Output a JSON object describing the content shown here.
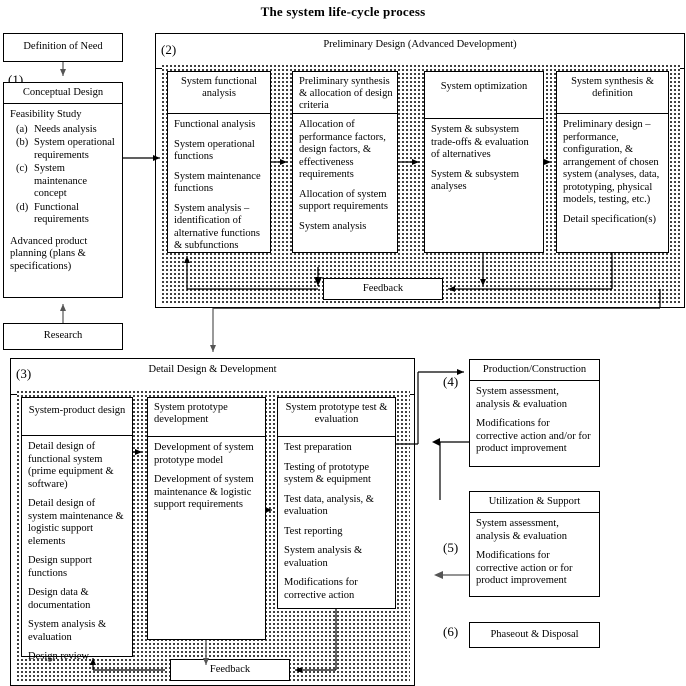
{
  "title": "The system life-cycle process",
  "stage1": {
    "number": "(1)",
    "definition_of_need": "Definition of Need",
    "research": "Research",
    "conceptual_design": {
      "header": "Conceptual Design",
      "feasibility_title": "Feasibility Study",
      "items": [
        {
          "marker": "(a)",
          "text": "Needs analysis"
        },
        {
          "marker": "(b)",
          "text": "System operational requirements"
        },
        {
          "marker": "(c)",
          "text": "System maintenance concept"
        },
        {
          "marker": "(d)",
          "text": "Functional requirements"
        }
      ],
      "closing": "Advanced product planning (plans & specifications)"
    }
  },
  "stage2": {
    "number": "(2)",
    "header": "Preliminary Design (Advanced Development)",
    "feedback": "Feedback",
    "boxes": [
      {
        "header": "System functional analysis",
        "items": [
          "Functional analysis",
          "System operational functions",
          "System maintenance functions",
          "System analysis – identification of alternative functions & subfunctions"
        ]
      },
      {
        "header": "Preliminary synthesis & allocation of design criteria",
        "header_align": "left",
        "items": [
          "Allocation of performance factors, design factors, & effectiveness requirements",
          "Allocation of system support requirements",
          "System analysis"
        ]
      },
      {
        "header": "System optimization",
        "items": [
          "System & subsystem trade-offs & evaluation of alternatives",
          "System & subsystem analyses"
        ]
      },
      {
        "header": "System synthesis & definition",
        "items": [
          "Preliminary design – performance, configuration, & arrangement of chosen system (analyses, data, prototyping, physical models, testing, etc.)",
          "Detail specification(s)"
        ]
      }
    ]
  },
  "stage3": {
    "number": "(3)",
    "header": "Detail Design & Development",
    "feedback": "Feedback",
    "boxes": [
      {
        "header": "System-product design",
        "items": [
          "Detail design of functional system (prime equipment & software)",
          "Detail design of system maintenance & logistic support elements",
          "Design support functions",
          "Design data & documentation",
          "System analysis & evaluation",
          "Design review"
        ]
      },
      {
        "header": "System prototype development",
        "header_align": "left",
        "items": [
          "Development of system prototype model",
          "Development of system maintenance & logistic support requirements"
        ]
      },
      {
        "header": "System prototype test & evaluation",
        "items": [
          "Test preparation",
          "Testing of prototype system & equipment",
          "Test data, analysis, & evaluation",
          "Test reporting",
          "System analysis & evaluation",
          "Modifications for corrective action"
        ]
      }
    ]
  },
  "stage4": {
    "number": "(4)",
    "header": "Production/Construction",
    "items": [
      "System assessment, analysis & evaluation",
      "Modifications for corrective action and/or for product improvement"
    ]
  },
  "stage5": {
    "number": "(5)",
    "header": "Utilization & Support",
    "items": [
      "System assessment, analysis & evaluation",
      "Modifications for corrective action or for product improvement"
    ]
  },
  "stage6": {
    "number": "(6)",
    "header": "Phaseout & Disposal"
  },
  "colors": {
    "ink": "#000000",
    "paper": "#ffffff",
    "arrow_gray": "#555555"
  }
}
